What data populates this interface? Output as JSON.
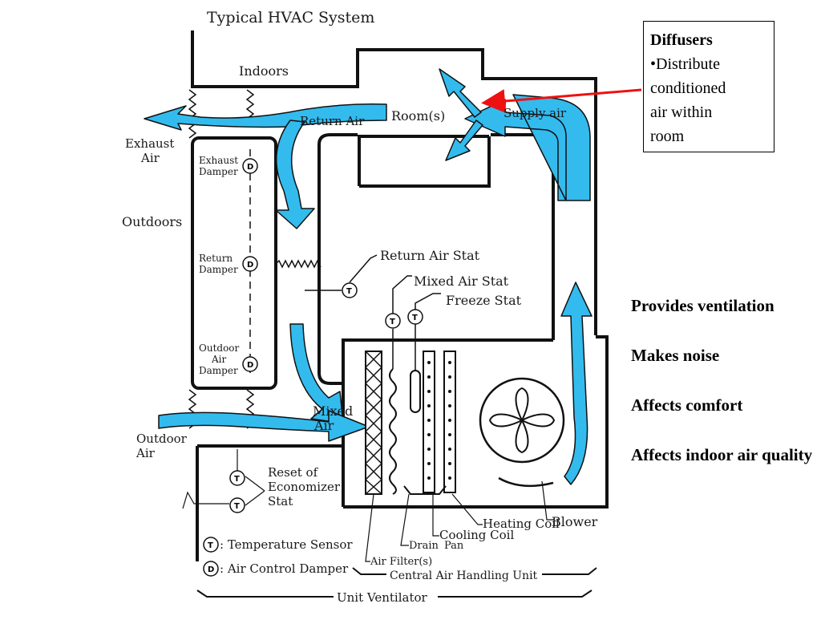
{
  "diagram": {
    "title": "Typical HVAC System",
    "labels": {
      "indoors": "Indoors",
      "outdoors": "Outdoors",
      "exhaust_air_1": "Exhaust",
      "exhaust_air_2": "Air",
      "return_air": "Return Air",
      "rooms": "Room(s)",
      "supply_air": "Supply air",
      "exhaust_damper_1": "Exhaust",
      "exhaust_damper_2": "Damper",
      "return_damper_1": "Return",
      "return_damper_2": "Damper",
      "outdoor_air_damper_1": "Outdoor",
      "outdoor_air_damper_2": "Air",
      "outdoor_air_damper_3": "Damper",
      "return_air_stat": "Return Air Stat",
      "mixed_air_stat": "Mixed Air Stat",
      "freeze_stat": "Freeze Stat",
      "mixed_air_1": "Mixed",
      "mixed_air_2": "Air",
      "outdoor_air_1": "Outdoor",
      "outdoor_air_2": "Air",
      "reset_1": "Reset of",
      "reset_2": "Economizer",
      "reset_3": "Stat",
      "heating_coil": "Heating Coil",
      "cooling_coil": "Cooling Coil",
      "drain_pan_1": "Drain",
      "drain_pan_2": "Pan",
      "air_filters": "Air Filter(s)",
      "blower": "Blower",
      "legend_temp": ": Temperature Sensor",
      "legend_damper": ": Air Control Damper",
      "central_unit": "Central Air Handling Unit",
      "unit_ventilator": "Unit Ventilator",
      "sym_t": "T",
      "sym_d": "D"
    }
  },
  "callout": {
    "heading": "Diffusers",
    "line1": "•Distribute",
    "line2": "conditioned",
    "line3": "air within",
    "line4": "room"
  },
  "points": [
    "Provides ventilation",
    "Makes noise",
    "Affects comfort",
    "Affects indoor air quality"
  ],
  "colors": {
    "airflow": "#33bbee",
    "pointer_arrow": "#ee1111"
  }
}
